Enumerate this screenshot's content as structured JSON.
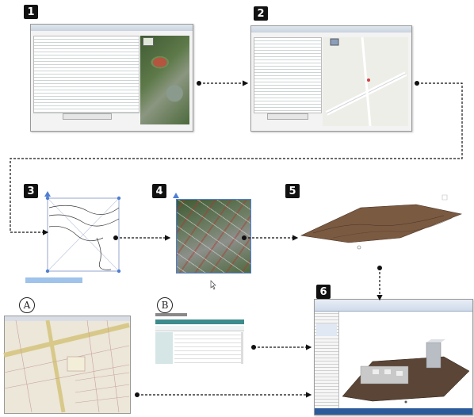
{
  "steps": [
    {
      "id": "1",
      "label": "1"
    },
    {
      "id": "2",
      "label": "2"
    },
    {
      "id": "3",
      "label": "3"
    },
    {
      "id": "4",
      "label": "4"
    },
    {
      "id": "5",
      "label": "5"
    },
    {
      "id": "6",
      "label": "6"
    }
  ],
  "panels": {
    "a": {
      "label": "A"
    },
    "b": {
      "label": "B"
    }
  },
  "colors": {
    "aerial_green": "#4a6b3a",
    "map_base": "#ece7d8",
    "terrain_brown": "#7b5a42",
    "revit_blue": "#2c5b9b",
    "table_header": "#3d8b8d",
    "selection_blue": "#4f7fd1"
  }
}
